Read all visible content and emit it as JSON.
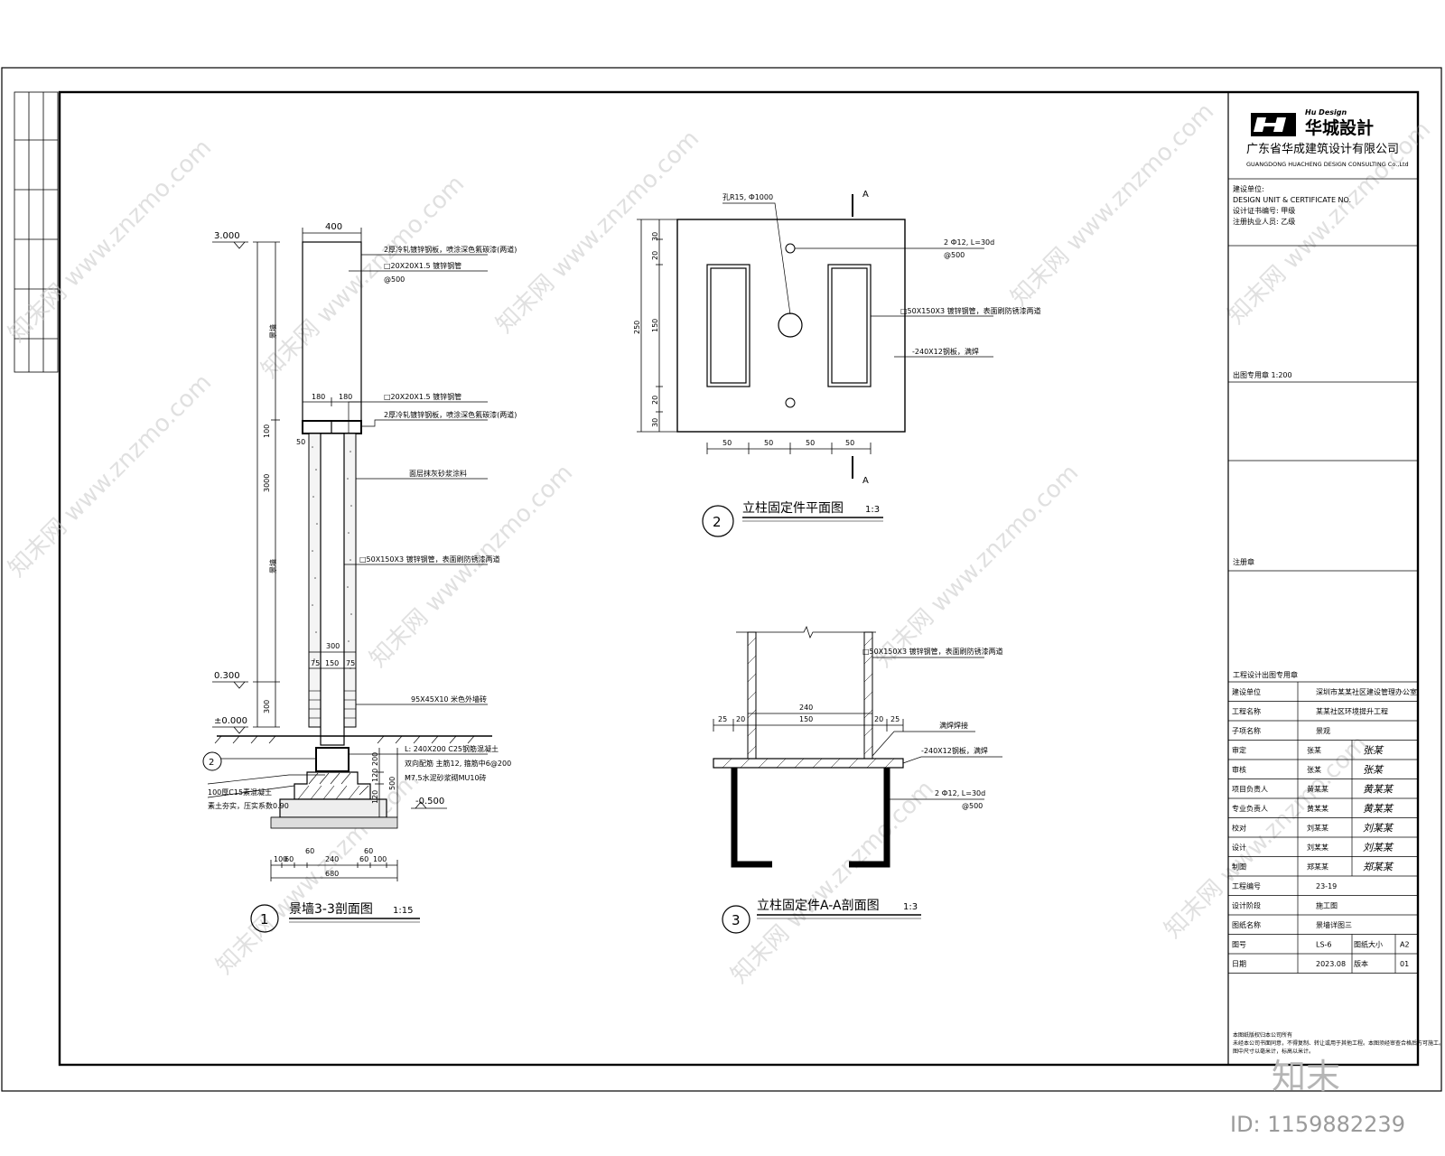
{
  "company": {
    "brand_en": "Hu Design",
    "brand_cn": "华城設計",
    "name_cn": "广东省华成建筑设计有限公司",
    "name_en": "GUANGDONG HUACHENG DESIGN CONSULTING Co.,Ltd"
  },
  "drawing1": {
    "number": "1",
    "title": "景墙3-3剖面图",
    "scale": "1:15",
    "levels": [
      "3.000",
      "0.300",
      "±0.000",
      "-0.500"
    ],
    "dims": [
      "400",
      "180",
      "180",
      "100",
      "50",
      "3000",
      "300",
      "300",
      "75",
      "150",
      "75",
      "200",
      "120",
      "120",
      "500",
      "100",
      "60",
      "240",
      "60",
      "100",
      "680",
      "60",
      "60"
    ],
    "side_labels": [
      "景墙",
      "景墙"
    ],
    "callouts": [
      "2厚冷轧镀锌钢板，喷涂深色氟碳漆(两道)",
      "□20X20X1.5 镀锌钢管",
      "@500",
      "□20X20X1.5 镀锌钢管",
      "2厚冷轧镀锌钢板，喷涂深色氟碳漆(两道)",
      "面层抹灰砂浆涂料",
      "□50X150X3 镀锌钢管，表面刷防锈漆两道",
      "95X45X10 米色外墙砖",
      "L: 240X200 C25钢筋混凝土",
      "双向配筋 主筋12, 箍筋中6@200",
      "M7.5水泥砂浆砌MU10砖",
      "100厚C15素混凝土",
      "素土夯实，压实系数0.90"
    ],
    "ref_mark": "2"
  },
  "drawing2": {
    "number": "2",
    "title": "立柱固定件平面图",
    "scale": "1:3",
    "section_mark": "A",
    "dims_v": [
      "30",
      "20",
      "150",
      "20",
      "30"
    ],
    "dim_total": "250",
    "dims_h": [
      "50",
      "50",
      "50",
      "50"
    ],
    "callouts": [
      "孔R15, Ф1000",
      "2 Ф12, L=30d",
      "@500",
      "□50X150X3 镀锌钢管，表面刷防锈漆两道",
      "-240X12钢板，满焊"
    ]
  },
  "drawing3": {
    "number": "3",
    "title": "立柱固定件A-A剖面图",
    "scale": "1:3",
    "dims": [
      "240",
      "25",
      "20",
      "150",
      "20",
      "25"
    ],
    "callouts": [
      "□50X150X3 镀锌钢管，表面刷防锈漆两道",
      "满焊焊接",
      "-240X12钢板，满焊",
      "2 Ф12, L=30d",
      "@500"
    ]
  },
  "title_block": {
    "notes": [
      "建设单位:",
      "DESIGN UNIT & CERTIFICATE NO.",
      "设计证书编号: 甲级",
      "注册执业人员: 乙级"
    ],
    "stamp_label": "出图专用章 1:200",
    "seal_label": "注册章",
    "checked_label": "工程设计出图专用章",
    "rows": [
      {
        "label": "建设单位",
        "value": "深圳市某某社区建设管理办公室"
      },
      {
        "label": "工程名称",
        "value": "某某社区环境提升工程"
      },
      {
        "label": "子项名称",
        "value": "景观"
      },
      {
        "label": "审定",
        "value": "张某"
      },
      {
        "label": "审核",
        "value": "张某"
      },
      {
        "label": "项目负责人",
        "value": "黄某某"
      },
      {
        "label": "专业负责人",
        "value": "黄某某"
      },
      {
        "label": "校对",
        "value": "刘某某"
      },
      {
        "label": "设计",
        "value": "刘某某"
      },
      {
        "label": "制图",
        "value": "郑某某"
      },
      {
        "label": "工程编号",
        "value": "23-19"
      },
      {
        "label": "设计阶段",
        "value": "施工图"
      },
      {
        "label": "图纸名称",
        "value": "景墙详图三"
      },
      {
        "label": "图号",
        "value": "LS-6"
      },
      {
        "label": "日期",
        "value": "2023.08"
      }
    ],
    "sheet_label": "图纸大小",
    "sheet_size": "A2",
    "version_label": "版本",
    "version": "01",
    "footer": [
      "本图纸版权归本公司所有",
      "未经本公司书面同意，不得复制、转让或用于其他工程。本图须经审查合格后方可施工。",
      "图中尺寸以毫米计，标高以米计。"
    ]
  },
  "watermark": "知末网 www.znzmo.com",
  "footer": {
    "logo": "知末",
    "id": "ID: 1159882239"
  }
}
